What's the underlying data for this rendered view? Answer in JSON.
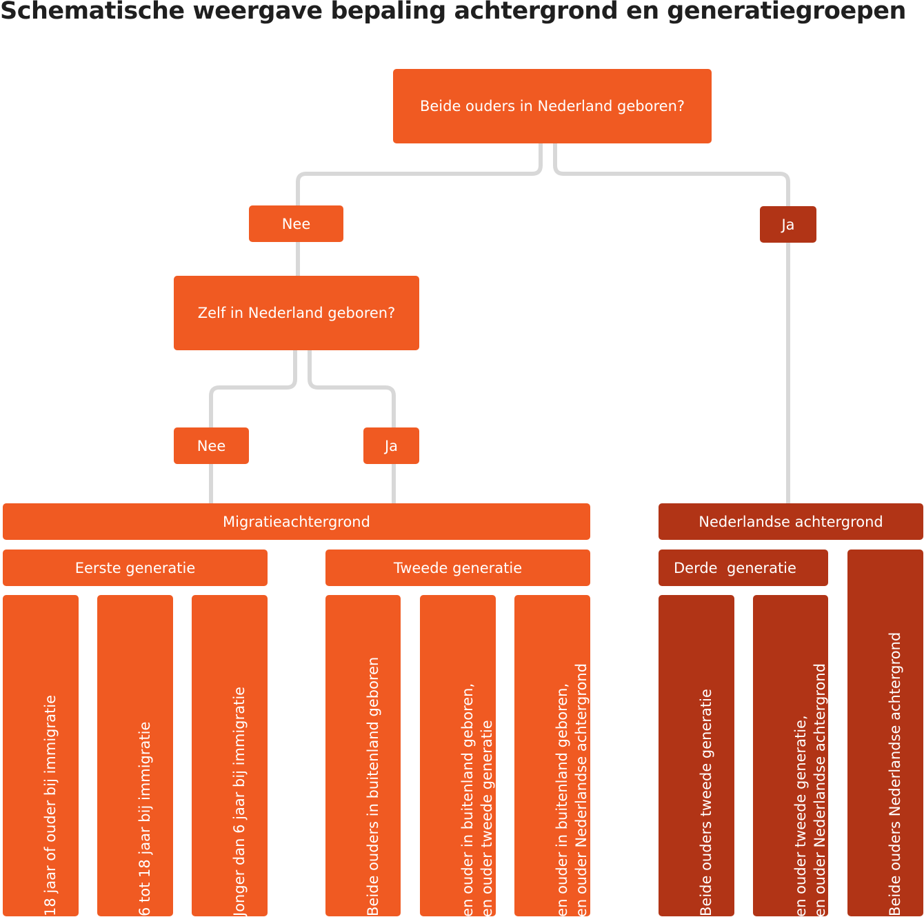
{
  "title": "Schematische weergave bepaling achtergrond en generatiegroepen",
  "colors": {
    "orange": "#f05a22",
    "dark_red": "#b13416",
    "connector_gray": "#d8d8d8"
  },
  "questions": {
    "q1": "Beide ouders in Nederland geboren?",
    "q2": "Zelf in Nederland geboren?"
  },
  "answers": {
    "q1_nee": "Nee",
    "q1_ja": "Ja",
    "q2_nee": "Nee",
    "q2_ja": "Ja"
  },
  "backgrounds": {
    "migratie": "Migratieachtergrond",
    "nederlands": "Nederlandse achtergrond"
  },
  "generations": {
    "eerste": "Eerste generatie",
    "tweede": "Tweede generatie",
    "derde": "Derde  generatie"
  },
  "groups": {
    "eerste": [
      [
        "18 jaar of ouder bij immigratie"
      ],
      [
        "6 tot 18 jaar bij immigratie"
      ],
      [
        "Jonger dan 6 jaar bij immigratie"
      ]
    ],
    "tweede": [
      [
        "Beide ouders in buitenland geboren"
      ],
      [
        "Een ouder in buitenland geboren,",
        "een ouder tweede generatie"
      ],
      [
        "Een ouder in buitenland geboren,",
        "een ouder Nederlandse achtergrond"
      ]
    ],
    "derde": [
      [
        "Beide ouders tweede generatie"
      ],
      [
        "Een ouder tweede generatie,",
        "een ouder Nederlandse achtergrond"
      ]
    ],
    "nederlands": [
      [
        "Beide ouders Nederlandse achtergrond"
      ]
    ]
  }
}
